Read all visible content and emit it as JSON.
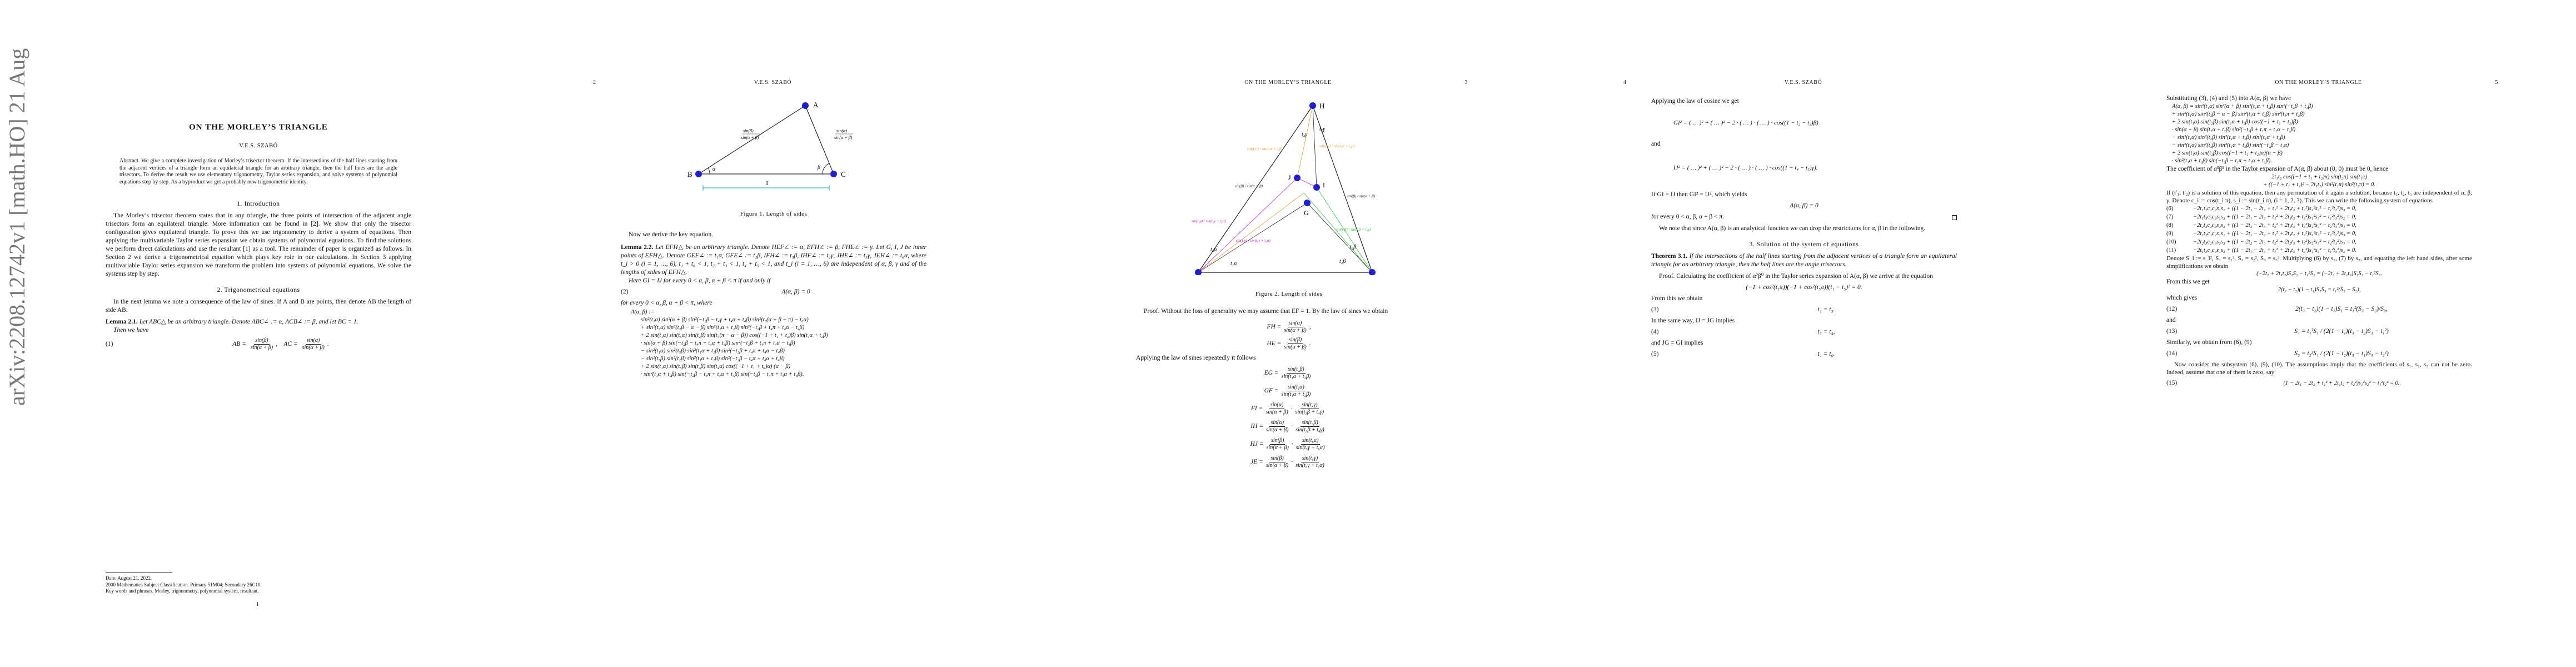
{
  "arxiv_stamp": "arXiv:2208.12742v1  [math.HO]  21 Aug 2022",
  "page1": {
    "title": "ON THE MORLEY’S TRIANGLE",
    "author": "V.E.S. SZABÓ",
    "abstract": "Abstract. We give a complete investigation of Morley’s trisector theorem. If the intersections of the half lines starting from the adjacent vertices of a triangle form an equilateral triangle for an arbitrary triangle, then the half lines are the angle trisectors. To derive the result we use elementary trigonometry, Taylor series expansion, and solve systems of polynomial equations step by step. As a byproduct we get a probably new trigonometric identity.",
    "sec1": "1. Introduction",
    "intro": "The Morley’s trisector theorem states that in any triangle, the three points of intersection of the adjacent angle trisectors form an equilateral triangle. More information can be found in [2]. We show that only the trisector configuration gives equilateral triangle. To prove this we use trigonometry to derive a system of equations. Then applying the multivariable Taylor series expansion we obtain systems of polynomial equations. To find the solutions we perform direct calculations and use the resultant [1] as a tool. The remainder of paper is organized as follows. In Section 2 we derive a trigonometrical equation which plays key role in our calculations. In Section 3 applying multivariable Taylor series expansion we transform the problem into systems of polynomial equations. We solve the systems step by step.",
    "sec2": "2. Trigonometrical equations",
    "sec2_text": "In the next lemma we note a consequence of the law of sines. If A and B are points, then denote AB the length of side AB.",
    "lemma_head": "Lemma 2.1.",
    "lemma_text": "Let ABC△ be an arbitrary triangle. Denote ABC∠ := α, ACB∠ := β, and let BC = 1.",
    "then": "Then we have",
    "eq1_label": "(1)",
    "eq1_ab": "AB =",
    "eq1_ac": "AC =",
    "frac_sinb": "sin(β)",
    "frac_sina": "sin(α)",
    "frac_sinab": "sin(α + β)",
    "foot_date": "Date: August 21, 2022.",
    "foot_msc": "2000 Mathematics Subject Classification. Primary 51M04; Secondary 26C10.",
    "foot_kw": "Key words and phrases. Morley, trigonometry, polynomial system, resultant.",
    "pageno": "1"
  },
  "page2": {
    "header_num": "2",
    "header_run": "V.E.S. SZABÓ",
    "fig1": {
      "A": "A",
      "B": "B",
      "C": "C",
      "alpha": "α",
      "beta": "β",
      "one": "1"
    },
    "fig1_caption": "Figure 1. Length of sides",
    "derive": "Now we derive the key equation.",
    "lemma_head": "Lemma 2.2.",
    "lemma_text": "Let EFH△ be an arbitrary triangle. Denote HEF∠ := α, EFH∠ := β, FHE∠ := γ. Let G, I, J be inner points of EFH△. Denote GEF∠ := t₁α, GFE∠ := t₂β, IFH∠ := t₃β, IHF∠ := t₄γ, JHE∠ := t₅γ, JEH∠ := t₆α, where t_i > 0 (i = 1, …, 6), t₁ + t₆ < 1, t₂ + t₃ < 1, t₄ + t₅ < 1, and t_i (i = 1, …, 6) are independent of α, β, γ and of the lengths of sides of EFH△.",
    "lemma_if": "Here GI = IJ for every 0 < α, β, α + β < π if and only if",
    "eq2_label": "(2)",
    "eq2_body": "A(α, β) = 0",
    "for_every": "for every 0 < α, β, α + β < π, where",
    "def": "A(α, β) :=",
    "lines": [
      "sin²(t₁α) sin²(α + β) sin²(−t₂β − t₄γ + t₄α + t₄β) sin²(t₅(α + β − π) − t₆α)",
      "+ sin²(t₅α) sin²(t₂β − α − β) sin²(t₁α + t₂β) sin²(−t₂β + t₄π + t₄α − t₄β)",
      "+ 2 sin(t₁α) sin(t₅α) sin(t₂β) sin(t₄(π − α − β)) cos((−1 + t₁ + t₂)β) sin(t₁α + t₂β)",
      "· sin(α + β) sin(−t₂β − t₄π + t₄α + t₄β) sin²(−t₂β + t₄π + t₄α − t₄β)",
      "− sin²(t₁α) sin²(t₅β) sin²(t₁α + t₂β) sin²(−t₂β + t₄π + t₄α − t₄β)",
      "− sin²(t₅β) sin²(t₂β) sin²(t₁α + t₂β) sin²(−t₂β − t₄π + t₄α + t₄β)",
      "+ 2 sin(t₁α) sin(t₅β) sin(t₂β) sin(t₄α) cos((−1 + t₁ + t₆)α) (α − β)",
      "· sin²(t₁α + t₂β) sin(−t₂β − t₄π + t₄α + t₄β) sin(−t₂β − t₄π + t₄α + t₄β)."
    ],
    "pageno": ""
  },
  "page3": {
    "header_run": "ON THE MORLEY’S TRIANGLE",
    "header_num": "3",
    "fig2": {
      "E": "E",
      "F": "F",
      "H": "H",
      "G": "G",
      "I": "I",
      "J": "J",
      "one": "1",
      "t1a": "t₁α",
      "t6a": "t₆α",
      "t2b": "t₂β",
      "t3b": "t₃β",
      "t4g": "t₄γ",
      "t5g": "t₅γ",
      "lbl_orange": "sin(t₁α) / sin(t₁α + t₂β)",
      "lbl_magenta": "sin(t₅γ) / sin(t₅γ + t₆α)",
      "lbl_green": "sin(t₃β) / sin(t₃β + t₄γ)",
      "lbl_side": "sin(β) / sin(α + β)"
    },
    "fig2_caption": "Figure 2. Length of sides",
    "proof": "Proof. Without the loss of generality we may assume that EF = 1. By the law of sines we obtain",
    "fh": "FH =",
    "he": "HE =",
    "law_sines": "Applying the law of sines repeatedly it follows",
    "eqs": [
      {
        "lhs": "EG =",
        "n": "sin(t₂β)",
        "d": "sin(t₁α + t₂β)"
      },
      {
        "lhs": "GF =",
        "n": "sin(t₁α)",
        "d": "sin(t₁α + t₂β)"
      },
      {
        "lhs": "FI =",
        "n": "sin(α)",
        "d": "sin(α + β)",
        "n2": "sin(t₄γ)",
        "d2": "sin(t₃β + t₄γ)"
      },
      {
        "lhs": "IH =",
        "n": "sin(α)",
        "d": "sin(α + β)",
        "n2": "sin(t₃β)",
        "d2": "sin(t₃β + t₄γ)"
      },
      {
        "lhs": "HJ =",
        "n": "sin(β)",
        "d": "sin(α + β)",
        "n2": "sin(t₆α)",
        "d2": "sin(t₅γ + t₆α)"
      },
      {
        "lhs": "JE =",
        "n": "sin(β)",
        "d": "sin(α + β)",
        "n2": "sin(t₅γ)",
        "d2": "sin(t₅γ + t₆α)"
      }
    ]
  },
  "page4": {
    "header_num": "4",
    "header_run": "V.E.S. SZABÓ",
    "law_cos": "Applying the law of cosine we get",
    "gi2": "GI² = ( … )² + ( … )² − 2 · ( … ) · ( … ) · cos((1 − t₂ − t₃)β)",
    "and": "and",
    "ij2": "IJ² = ( … )² + ( … )² − 2 · ( … ) · ( … ) · cos((1 − t₄ − t₅)γ).",
    "if_gi": "If GI = IJ then GI² = IJ², which yields",
    "a_zero": "A(α, β) = 0",
    "for_every": "for every 0 < α, β, α + β < π.",
    "note": "We note that since A(α, β) is an analytical function we can drop the restrictions for α, β in the following.",
    "sec3": "3. Solution of the system of equations",
    "thm_head": "Theorem 3.1.",
    "thm_text": "If the intersections of the half lines starting from the adjacent vertices of a triangle form an equilateral triangle for an arbitrary triangle, then the half lines are the angle trisectors.",
    "proof": "Proof. Calculating the coefficient of α²β⁰ in the Taylor series expansion of A(α, β) we arrive at the equation",
    "taylor": "(−1 + cos²(t₁π))(−1 + cos²(t₅π))(t₁ − t₅)² = 0.",
    "from_this": "From this we obtain",
    "e3": {
      "lbl": "(3)",
      "body": "t₁ = t₅."
    },
    "same_way": "In the same way, IJ = JG implies",
    "e4": {
      "lbl": "(4)",
      "body": "t₃ = t₄,"
    },
    "and_jg": "and JG = GI implies",
    "e5": {
      "lbl": "(5)",
      "body": "t₁ = t₆."
    }
  },
  "page5": {
    "header_run": "ON THE MORLEY’S TRIANGLE",
    "header_num": "5",
    "subst": "Substituting (3), (4) and (5) into A(α, β) we have",
    "lines": [
      "A(α, β) = sin²(t₁α) sin²(α + β) sin²(t₁α + t₂β) sin²(−t₂β + t₃β)",
      "+ sin²(t₁α) sin²(t₂β − α − β) sin²(t₁α + t₂β) sin²(t₁π + t₂β)",
      "+ 2 sin(t₁α) sin(t₂β) sin(t₁α + t₂β) cos((−1 + t₁ + t₂)β)",
      "· sin(α + β) sin(t₁α + t₂β) sin²(−t₂β + t₁π + t₁α − t₁β)",
      "− sin²(t₁α) sin²(t₂β) sin²(t₁α + t₂β) sin²(t₁α + t₂β)",
      "− sin²(t₁α) sin²(t₂β) sin²(t₁α + t₂β) sin²(−t₂β − t₁π)",
      "+ 2 sin(t₁α) sin(t₂β) cos((−1 + t₁ + t₂)α)(α − β)",
      "· sin²(t₁α + t₂β) sin(−t₂β − t₁π + t₁α + t₁β)."
    ],
    "coef": "The coefficient of α³β³ in the Taylor expansion of A(α, β) about (0, 0) must be 0, hence",
    "coef_eq1": "2t₁t₂ cos((−1 + t₁ + t₂)π) sin(t₂π) sin(t₁π)",
    "coef_eq2": "+ ((−1 + t₁ + t₂)² − 2t₁t₂) sin²(t₁π) sin²(t₂π) = 0.",
    "if_text": "If (t′₁, t′₂) is a solution of this equation, then any permutation of it again a solution, because t₁, t₂, t₃ are independent of α, β, γ. Denote c_i := cos(t_i π), s_i := sin(t_i π), (i = 1, 2, 3). This we can write the following system of equations",
    "sys": [
      {
        "tag": "(6)",
        "body": "−2t₁t₂c₁c₂s₁s₂ + ((1 − 2t₁ − 2t₂ + t₁² + 2t₁t₂ + t₂²)s₁²s₂² − t₁²t₂²)s₃ = 0,"
      },
      {
        "tag": "(7)",
        "body": "−2t₁t₃c₁c₃s₁s₃ + ((1 − 2t₁ − 2t₃ + t₁² + 2t₁t₃ + t₃²)s₁²s₃² − t₁²t₃²)s₂ = 0,"
      },
      {
        "tag": "(8)",
        "body": "−2t₂t₃c₂c₃s₂s₃ + ((1 − 2t₂ − 2t₃ + t₂² + 2t₂t₃ + t₃²)s₂²s₃² − t₂²t₃²)s₁ = 0,"
      },
      {
        "tag": "(9)",
        "body": "−2t₁t₂c₁c₂s₁s₂ + ((1 − 2t₁ − 2t₂ + t₁² + 2t₁t₂ + t₂²)s₁²s₂² − t₁²t₂²)s₃ = 0,"
      },
      {
        "tag": "(10)",
        "body": "−2t₂t₃c₂c₃s₂s₃ + ((1 − 2t₂ − 2t₃ + t₂² + 2t₂t₃ + t₃²)s₂²s₃² − t₂²t₃²)s₁ = 0,"
      },
      {
        "tag": "(11)",
        "body": "−2t₁t₃c₁c₃s₁s₃ + ((1 − 2t₁ − 2t₃ + t₁² + 2t₁t₃ + t₃²)s₁²s₃² − t₁²t₃²)s₂ = 0."
      }
    ],
    "denote": "Denote S_i := s_i², S₁ = s₁², S₂ = s₂², S₃ = s₃². Multiplying (6) by s₃, (7) by s₂, and equating the left hand sides, after some simplifications we obtain",
    "denote_eq": "(−2t₂ + 2t₁t₂)S₁S₂ − t₁²S₂ = (−2t₃ + 2t₁t₃)S₁S₃ − t₁²S₃.",
    "from_get": "From this we get",
    "get_eq": "2(t₃ − t₂)(1 − t₁)S₁S₃ = t₁²(S₃ − S₂),",
    "gives": "which gives",
    "e12": {
      "tag": "(12)",
      "body": "2(t₃ − t₂)(1 − t₁)S₁ = t₁²(S₃ − S₂)/S₃,"
    },
    "and": "and",
    "e13": {
      "tag": "(13)",
      "body": "S₁ = t₁²S₁ / (2(1 − t₁)(t₃ − t₂)S₃ − t₁²)"
    },
    "similarly": "Similarly, we obtain from (8), (9)",
    "e14": {
      "tag": "(14)",
      "body": "S₂ = t₂²S₁ / (2(1 − t₂)(t₃ − t₁)S₃ − t₂²)"
    },
    "now": "Now consider the subsystem (6), (9), (10). The assumptions imply that the coefficients of s₁, s₂, s₃ can not be zero. Indeed, assume that one of them is zero, say",
    "e15": {
      "tag": "(15)",
      "body": "(1 − 2t₁ − 2t₂ + t₁² + 2t₁t₂ + t₂²)s₁²s₂² − t₁²t₂² = 0."
    }
  }
}
